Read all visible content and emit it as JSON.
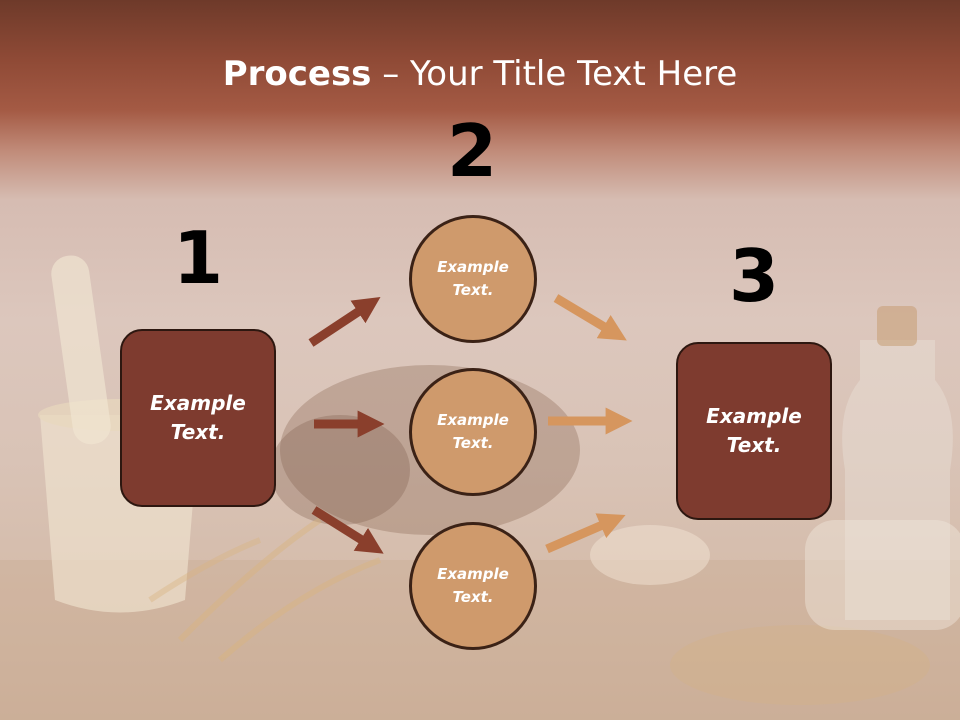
{
  "title": {
    "bold": "Process",
    "rest": " – Your Title Text Here"
  },
  "steps": {
    "one": {
      "number": "1",
      "label": "Example\nText."
    },
    "two": {
      "number": "2",
      "circles": [
        "Example\nText.",
        "Example\nText.",
        "Example\nText."
      ]
    },
    "three": {
      "number": "3",
      "label": "Example\nText."
    }
  },
  "colors": {
    "box_fill": "#7e3b2f",
    "circle_fill": "#cf9a6c",
    "arrow_dark": "#8a3f2c",
    "arrow_light": "#d6965e",
    "header_band": "#8f4a36"
  }
}
